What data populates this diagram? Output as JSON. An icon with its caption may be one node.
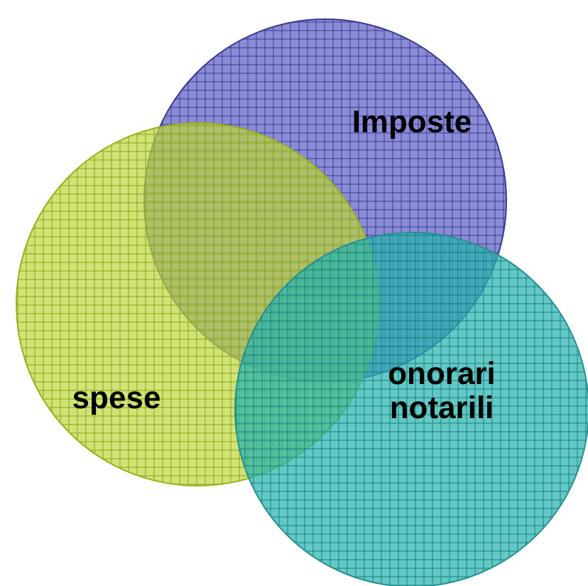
{
  "diagram": {
    "nodes": [
      {
        "text": [
          "Imposte"
        ]
      },
      {
        "text": [
          "spese"
        ]
      },
      {
        "text": [
          "onorari notarili"
        ]
      }
    ]
  }
}
